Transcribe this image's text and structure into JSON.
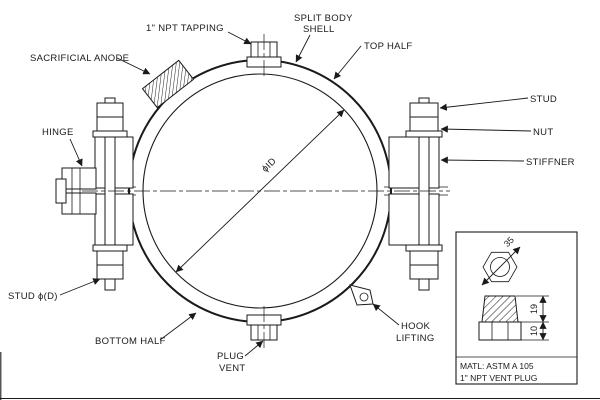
{
  "labels": {
    "npt_tapping": "1\" NPT TAPPING",
    "split_body_1": "SPLIT BODY",
    "split_body_2": "SHELL",
    "top_half": "TOP HALF",
    "sacrificial_anode": "SACRIFICIAL ANODE",
    "stud": "STUD",
    "nut": "NUT",
    "stiffner": "STIFFNER",
    "hinge": "HINGE",
    "stud_dia": "STUD ϕ(D)",
    "bottom_half": "BOTTOM HALF",
    "plug_1": "PLUG",
    "plug_2": "VENT",
    "hook_1": "HOOK",
    "hook_2": "LIFTING",
    "inner_diameter": "ϕID"
  },
  "detail_inset": {
    "across_flats_dim": "35",
    "thread_length_dim": "19",
    "head_height_dim": "10",
    "material_note_1": "MATL: ASTM A 105",
    "material_note_2": "1\" NPT VENT PLUG"
  },
  "colors": {
    "line": "#1a1a1a",
    "background": "#ffffff"
  }
}
